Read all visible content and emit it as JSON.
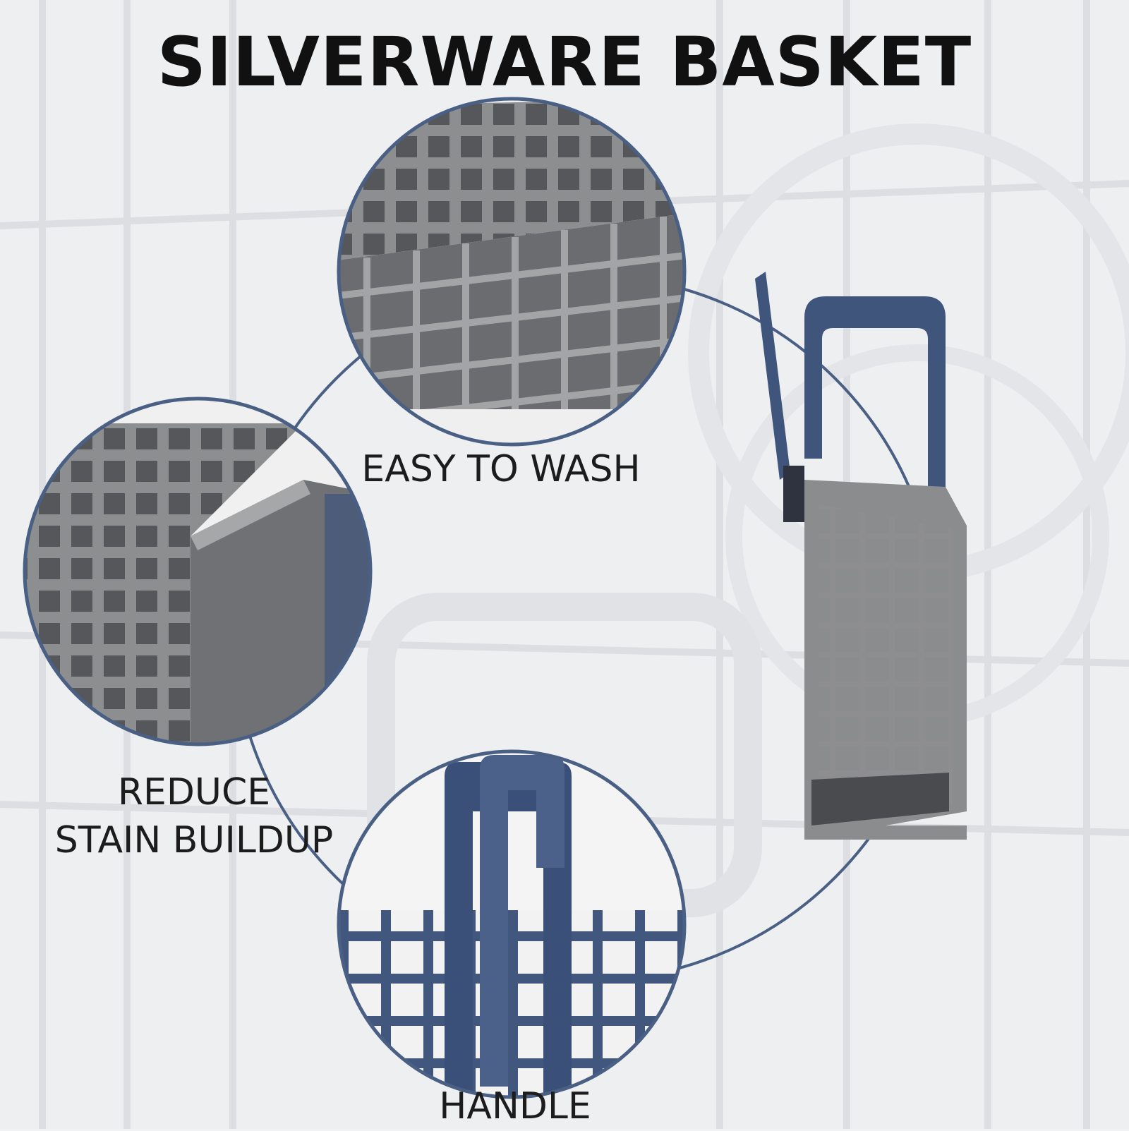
{
  "title": "SILVERWARE BASKET",
  "callouts": {
    "wash": "EASY TO WASH",
    "stain_line1": "REDUCE",
    "stain_line2": "STAIN BUILDUP",
    "handle": "HANDLE"
  },
  "colors": {
    "accent_navy": "#4a5f84",
    "basket_gray": "#8b8b8d",
    "handle_blue": "#3f557c",
    "title_text": "#111111"
  }
}
